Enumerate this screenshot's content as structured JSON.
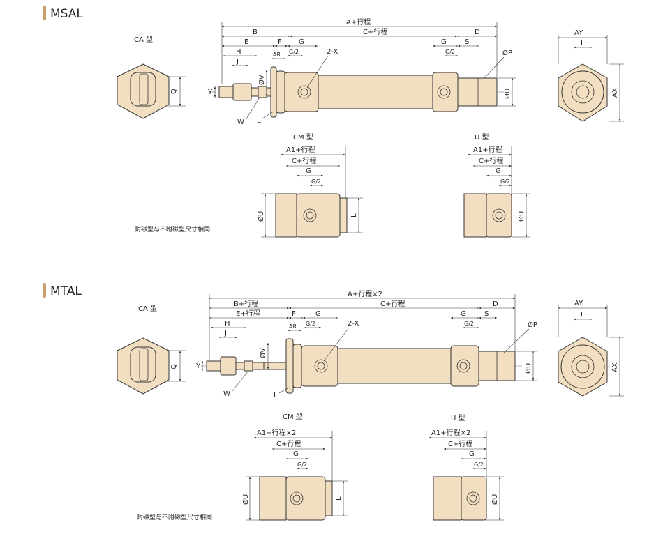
{
  "sections": [
    {
      "title": "MSAL",
      "end_view_left_label": "CA 型",
      "main_dims": {
        "overall": "A+行程",
        "b": "B",
        "stroke": "C+行程",
        "d": "D",
        "f": "F",
        "g": "G",
        "e": "E",
        "ar": "AR",
        "g2": "G/2",
        "x2": "2-X",
        "h": "H",
        "j": "J",
        "s": "S",
        "p": "ØP",
        "u": "ØU",
        "v": "ØV",
        "y": "Y",
        "w": "W",
        "l": "L"
      },
      "end_view_right": {
        "ay": "AY",
        "i": "I",
        "ax": "AX"
      },
      "cm_view": {
        "title": "CM 型",
        "a1": "A1+行程",
        "c": "C+行程",
        "g": "G",
        "g2": "G/2",
        "u": "ØU",
        "l": "L"
      },
      "u_view": {
        "title": "U 型",
        "a1": "A1+行程",
        "c": "C+行程",
        "g": "G",
        "g2": "G/2",
        "u": "ØU"
      },
      "note": "附磁型与不附磁型尺寸相同"
    },
    {
      "title": "MTAL",
      "end_view_left_label": "CA 型",
      "main_dims": {
        "overall": "A+行程×2",
        "b": "B+行程",
        "stroke": "C+行程",
        "d": "D",
        "f": "F",
        "g": "G",
        "e": "E+行程",
        "ar": "AR",
        "g2": "G/2",
        "x2": "2-X",
        "h": "H",
        "j": "J",
        "s": "S",
        "p": "ØP",
        "u": "ØU",
        "v": "ØV",
        "y": "Y",
        "w": "W",
        "l": "L"
      },
      "end_view_right": {
        "ay": "AY",
        "i": "I",
        "ax": "AX"
      },
      "cm_view": {
        "title": "CM 型",
        "a1": "A1+行程×2",
        "c": "C+行程",
        "g": "G",
        "g2": "G/2",
        "u": "ØU",
        "l": "L"
      },
      "u_view": {
        "title": "U 型",
        "a1": "A1+行程×2",
        "c": "C+行程",
        "g": "G",
        "g2": "G/2",
        "u": "ØU"
      },
      "note": "附磁型与不附磁型尺寸相同"
    }
  ],
  "colors": {
    "body_fill": "#f2dfc1",
    "marker": "#c9a06a",
    "line": "#333333"
  }
}
